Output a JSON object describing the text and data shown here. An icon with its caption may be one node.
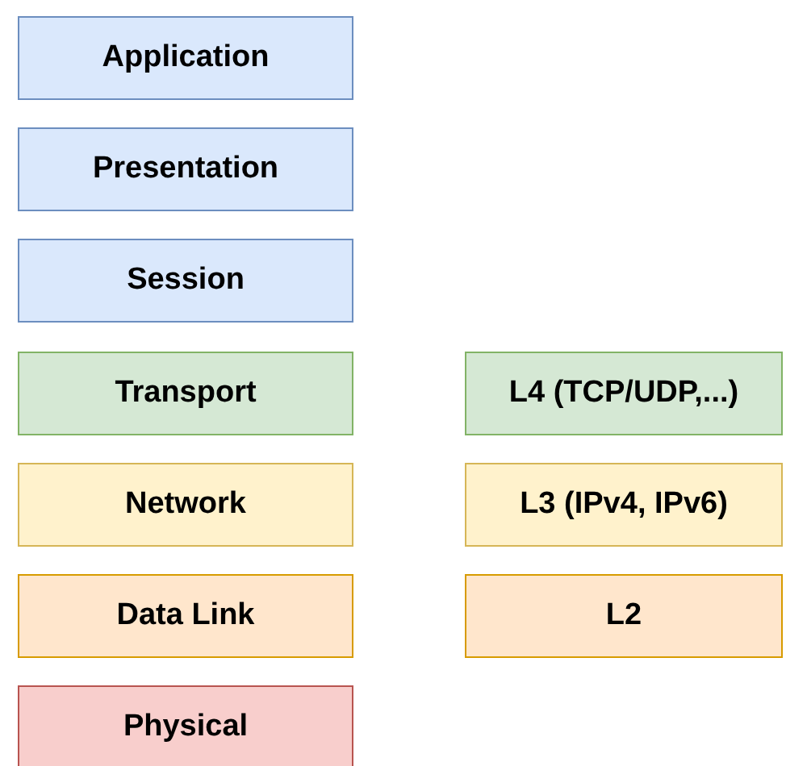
{
  "diagram": {
    "nodes": [
      {
        "text": [
          "Application"
        ]
      },
      {
        "text": [
          "Presentation"
        ]
      },
      {
        "text": [
          "Session"
        ]
      },
      {
        "text": [
          "Transport"
        ]
      },
      {
        "text": [
          "L4 (TCP/UDP,...)"
        ]
      },
      {
        "text": [
          "Network"
        ]
      },
      {
        "text": [
          "L3 (IPv4, IPv6)"
        ]
      },
      {
        "text": [
          "Data Link"
        ]
      },
      {
        "text": [
          "L2"
        ]
      },
      {
        "text": [
          "Physical"
        ]
      }
    ]
  }
}
